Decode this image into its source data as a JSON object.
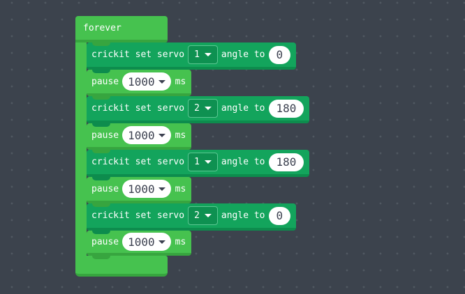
{
  "colors": {
    "background": "#3C434D",
    "grid_dot": "#505861",
    "loop_green": "#46C24F",
    "loop_green_dark": "#37A53F",
    "crickit_green": "#13A45C",
    "crickit_green_dark": "#0D8C4D",
    "dropdown_fill": "#0E9151",
    "field_white": "#FFFFFF",
    "field_text": "#3C4150"
  },
  "forever": {
    "label": "forever"
  },
  "blocks": [
    {
      "type": "crickit_set_servo",
      "prefix": "crickit set servo",
      "servo": "1",
      "mid": "angle to",
      "angle": "0"
    },
    {
      "type": "pause",
      "prefix": "pause",
      "duration": "1000",
      "suffix": "ms"
    },
    {
      "type": "crickit_set_servo",
      "prefix": "crickit set servo",
      "servo": "2",
      "mid": "angle to",
      "angle": "180"
    },
    {
      "type": "pause",
      "prefix": "pause",
      "duration": "1000",
      "suffix": "ms"
    },
    {
      "type": "crickit_set_servo",
      "prefix": "crickit set servo",
      "servo": "1",
      "mid": "angle to",
      "angle": "180"
    },
    {
      "type": "pause",
      "prefix": "pause",
      "duration": "1000",
      "suffix": "ms"
    },
    {
      "type": "crickit_set_servo",
      "prefix": "crickit set servo",
      "servo": "2",
      "mid": "angle to",
      "angle": "0"
    },
    {
      "type": "pause",
      "prefix": "pause",
      "duration": "1000",
      "suffix": "ms"
    }
  ]
}
